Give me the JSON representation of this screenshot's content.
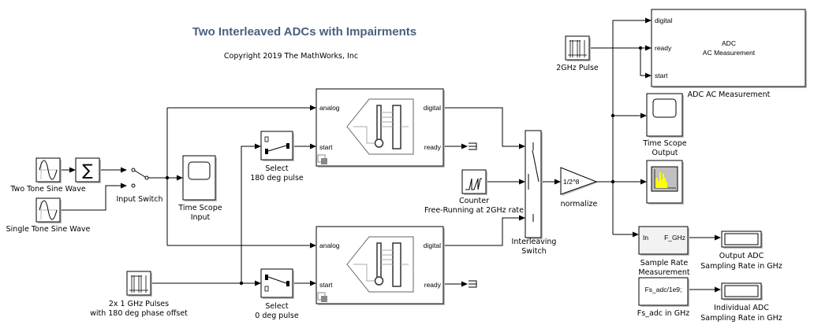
{
  "model": {
    "title": "Two Interleaved ADCs with Impairments",
    "copyright": "Copyright 2019 The MathWorks, Inc"
  },
  "blocks": {
    "two_tone": {
      "label": "Two Tone Sine Wave",
      "icon": "sine-wave-icon"
    },
    "sum": {
      "symbol": "∑",
      "icon": "sum-icon"
    },
    "single_tone": {
      "label": "Single Tone Sine Wave",
      "icon": "sine-wave-icon"
    },
    "input_switch": {
      "label": "Input Switch",
      "icon": "manual-switch-icon"
    },
    "time_scope_input": {
      "label_line1": "Time Scope",
      "label_line2": "Input",
      "icon": "scope-icon"
    },
    "select_180": {
      "label_line1": "Select",
      "label_line2": "180 deg pulse",
      "icon": "switch-icon"
    },
    "select_0": {
      "label_line1": "Select",
      "label_line2": "0 deg pulse",
      "icon": "switch-icon"
    },
    "pulses": {
      "label_line1": "2x 1 GHz Pulses",
      "label_line2": "with 180 deg phase offset",
      "icon": "pulse-generator-icon"
    },
    "adc_top": {
      "port_analog": "analog",
      "port_start": "start",
      "port_digital": "digital",
      "port_ready": "ready",
      "icon": "adc-thermometer-icon"
    },
    "adc_bottom": {
      "port_analog": "analog",
      "port_start": "start",
      "port_digital": "digital",
      "port_ready": "ready",
      "icon": "adc-thermometer-icon"
    },
    "counter": {
      "label_line1": "Counter",
      "label_line2": "Free-Running at 2GHz rate",
      "icon": "counter-icon"
    },
    "interleaving_switch": {
      "label_line1": "Interleaving",
      "label_line2": "Switch",
      "icon": "multiport-switch-icon"
    },
    "normalize": {
      "gain": "1/2^8",
      "label": "normalize",
      "icon": "gain-icon"
    },
    "pulse_2ghz": {
      "label": "2GHz Pulse",
      "icon": "pulse-generator-icon"
    },
    "adc_ac": {
      "port_digital": "digital",
      "port_ready": "ready",
      "port_start": "start",
      "text_line1": "ADC",
      "text_line2": "AC Measurement",
      "label": "ADC AC Measurement"
    },
    "time_scope_output": {
      "label_line1": "Time Scope",
      "label_line2": "Output",
      "icon": "scope-icon"
    },
    "spectrum": {
      "icon": "spectrum-analyzer-icon"
    },
    "sample_rate": {
      "port_in": "In",
      "port_out": "F_GHz",
      "label_line1": "Sample Rate",
      "label_line2": "Measurement"
    },
    "fs_adc": {
      "expr": "Fs_adc/1e9;",
      "label": "Fs_adc in GHz"
    },
    "display_output": {
      "label_line1": "Output ADC",
      "label_line2": "Sampling Rate in GHz",
      "icon": "display-icon"
    },
    "display_individual": {
      "label_line1": "Individual ADC",
      "label_line2": "Sampling Rate in GHz",
      "icon": "display-icon"
    }
  },
  "colors": {
    "title": "#4a6080",
    "spectrum_bars": "#ffff00",
    "spectrum_bg": "#c0c0c0"
  }
}
